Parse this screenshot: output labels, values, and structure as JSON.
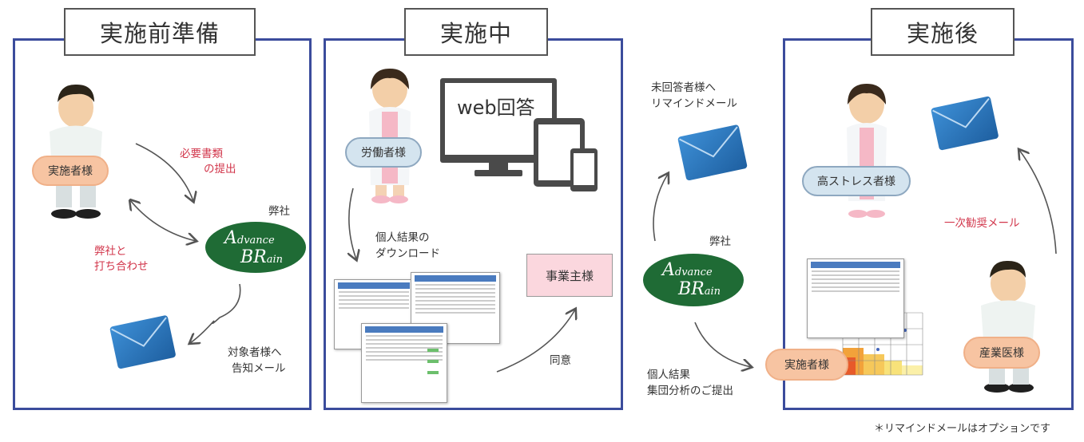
{
  "panels": {
    "pre": {
      "title": "実施前準備"
    },
    "during": {
      "title": "実施中"
    },
    "post": {
      "title": "実施後"
    }
  },
  "labels": {
    "implementer_pre": "実施者様",
    "docs_submit_1": "必要書類",
    "docs_submit_2": "の提出",
    "company_pre": "弊社",
    "meeting_1": "弊社と",
    "meeting_2": "打ち合わせ",
    "notify_1": "対象者様へ",
    "notify_2": "告知メール",
    "worker": "労働者様",
    "web_answer": "web回答",
    "download_1": "個人結果の",
    "download_2": "ダウンロード",
    "employer": "事業主様",
    "consent": "同意",
    "remind_1": "未回答者様へ",
    "remind_2": "リマインドメール",
    "company_mid": "弊社",
    "submit_1": "個人結果",
    "submit_2": "集団分析のご提出",
    "high_stress": "高ストレス者様",
    "recommend": "一次勧奨メール",
    "implementer_post": "実施者様",
    "doctor": "産業医様",
    "footnote": "＊リマインドメールはオプションです"
  },
  "logo": {
    "line1_big": "A",
    "line1_small": "dvance",
    "line2_big": "BR",
    "line2_small": "ain"
  },
  "colors": {
    "panel_border": "#3b4c9c",
    "red_text": "#d2374c",
    "logo_green": "#1f6b35",
    "pill_orange": "#f7c4a2",
    "pill_blue": "#d4e4ef",
    "employer_pink": "#fbd7de",
    "envelope_blue": "#2d7dc1"
  }
}
